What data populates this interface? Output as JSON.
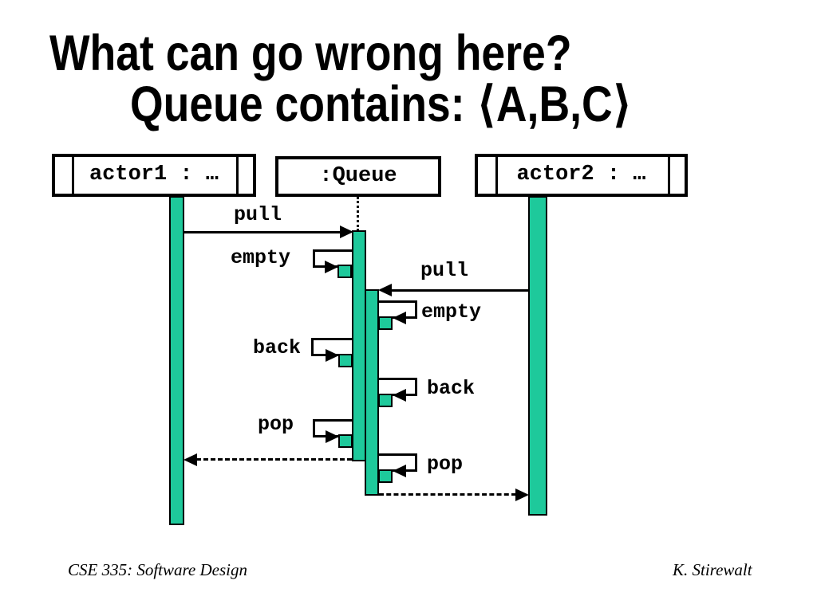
{
  "slide": {
    "title_line1": "What can go wrong here?",
    "title_line2": "Queue contains: ⟨A,B,C⟩",
    "footer": {
      "course": "CSE 335: Software Design",
      "author": "K. Stirewalt"
    }
  },
  "colors": {
    "activation_fill": "#1ec99b",
    "line": "#000000"
  },
  "diagram": {
    "type": "uml-sequence",
    "lifelines": [
      {
        "label": "actor1 : …",
        "kind": "multiobject"
      },
      {
        "label": ":Queue",
        "kind": "object"
      },
      {
        "label": "actor2 : …",
        "kind": "multiobject"
      }
    ],
    "messages": [
      {
        "label": "pull",
        "from": "actor1",
        "to": ":Queue",
        "kind": "call"
      },
      {
        "label": "empty",
        "from": ":Queue",
        "to": ":Queue",
        "kind": "self",
        "side": "left"
      },
      {
        "label": "pull",
        "from": "actor2",
        "to": ":Queue",
        "kind": "call"
      },
      {
        "label": "empty",
        "from": ":Queue",
        "to": ":Queue",
        "kind": "self",
        "side": "right"
      },
      {
        "label": "back",
        "from": ":Queue",
        "to": ":Queue",
        "kind": "self",
        "side": "left"
      },
      {
        "label": "back",
        "from": ":Queue",
        "to": ":Queue",
        "kind": "self",
        "side": "right"
      },
      {
        "label": "pop",
        "from": ":Queue",
        "to": ":Queue",
        "kind": "self",
        "side": "left"
      },
      {
        "label": "pop",
        "from": ":Queue",
        "to": ":Queue",
        "kind": "self",
        "side": "right"
      },
      {
        "label": "",
        "from": ":Queue",
        "to": "actor1",
        "kind": "return"
      },
      {
        "label": "",
        "from": ":Queue",
        "to": "actor2",
        "kind": "return"
      }
    ]
  }
}
